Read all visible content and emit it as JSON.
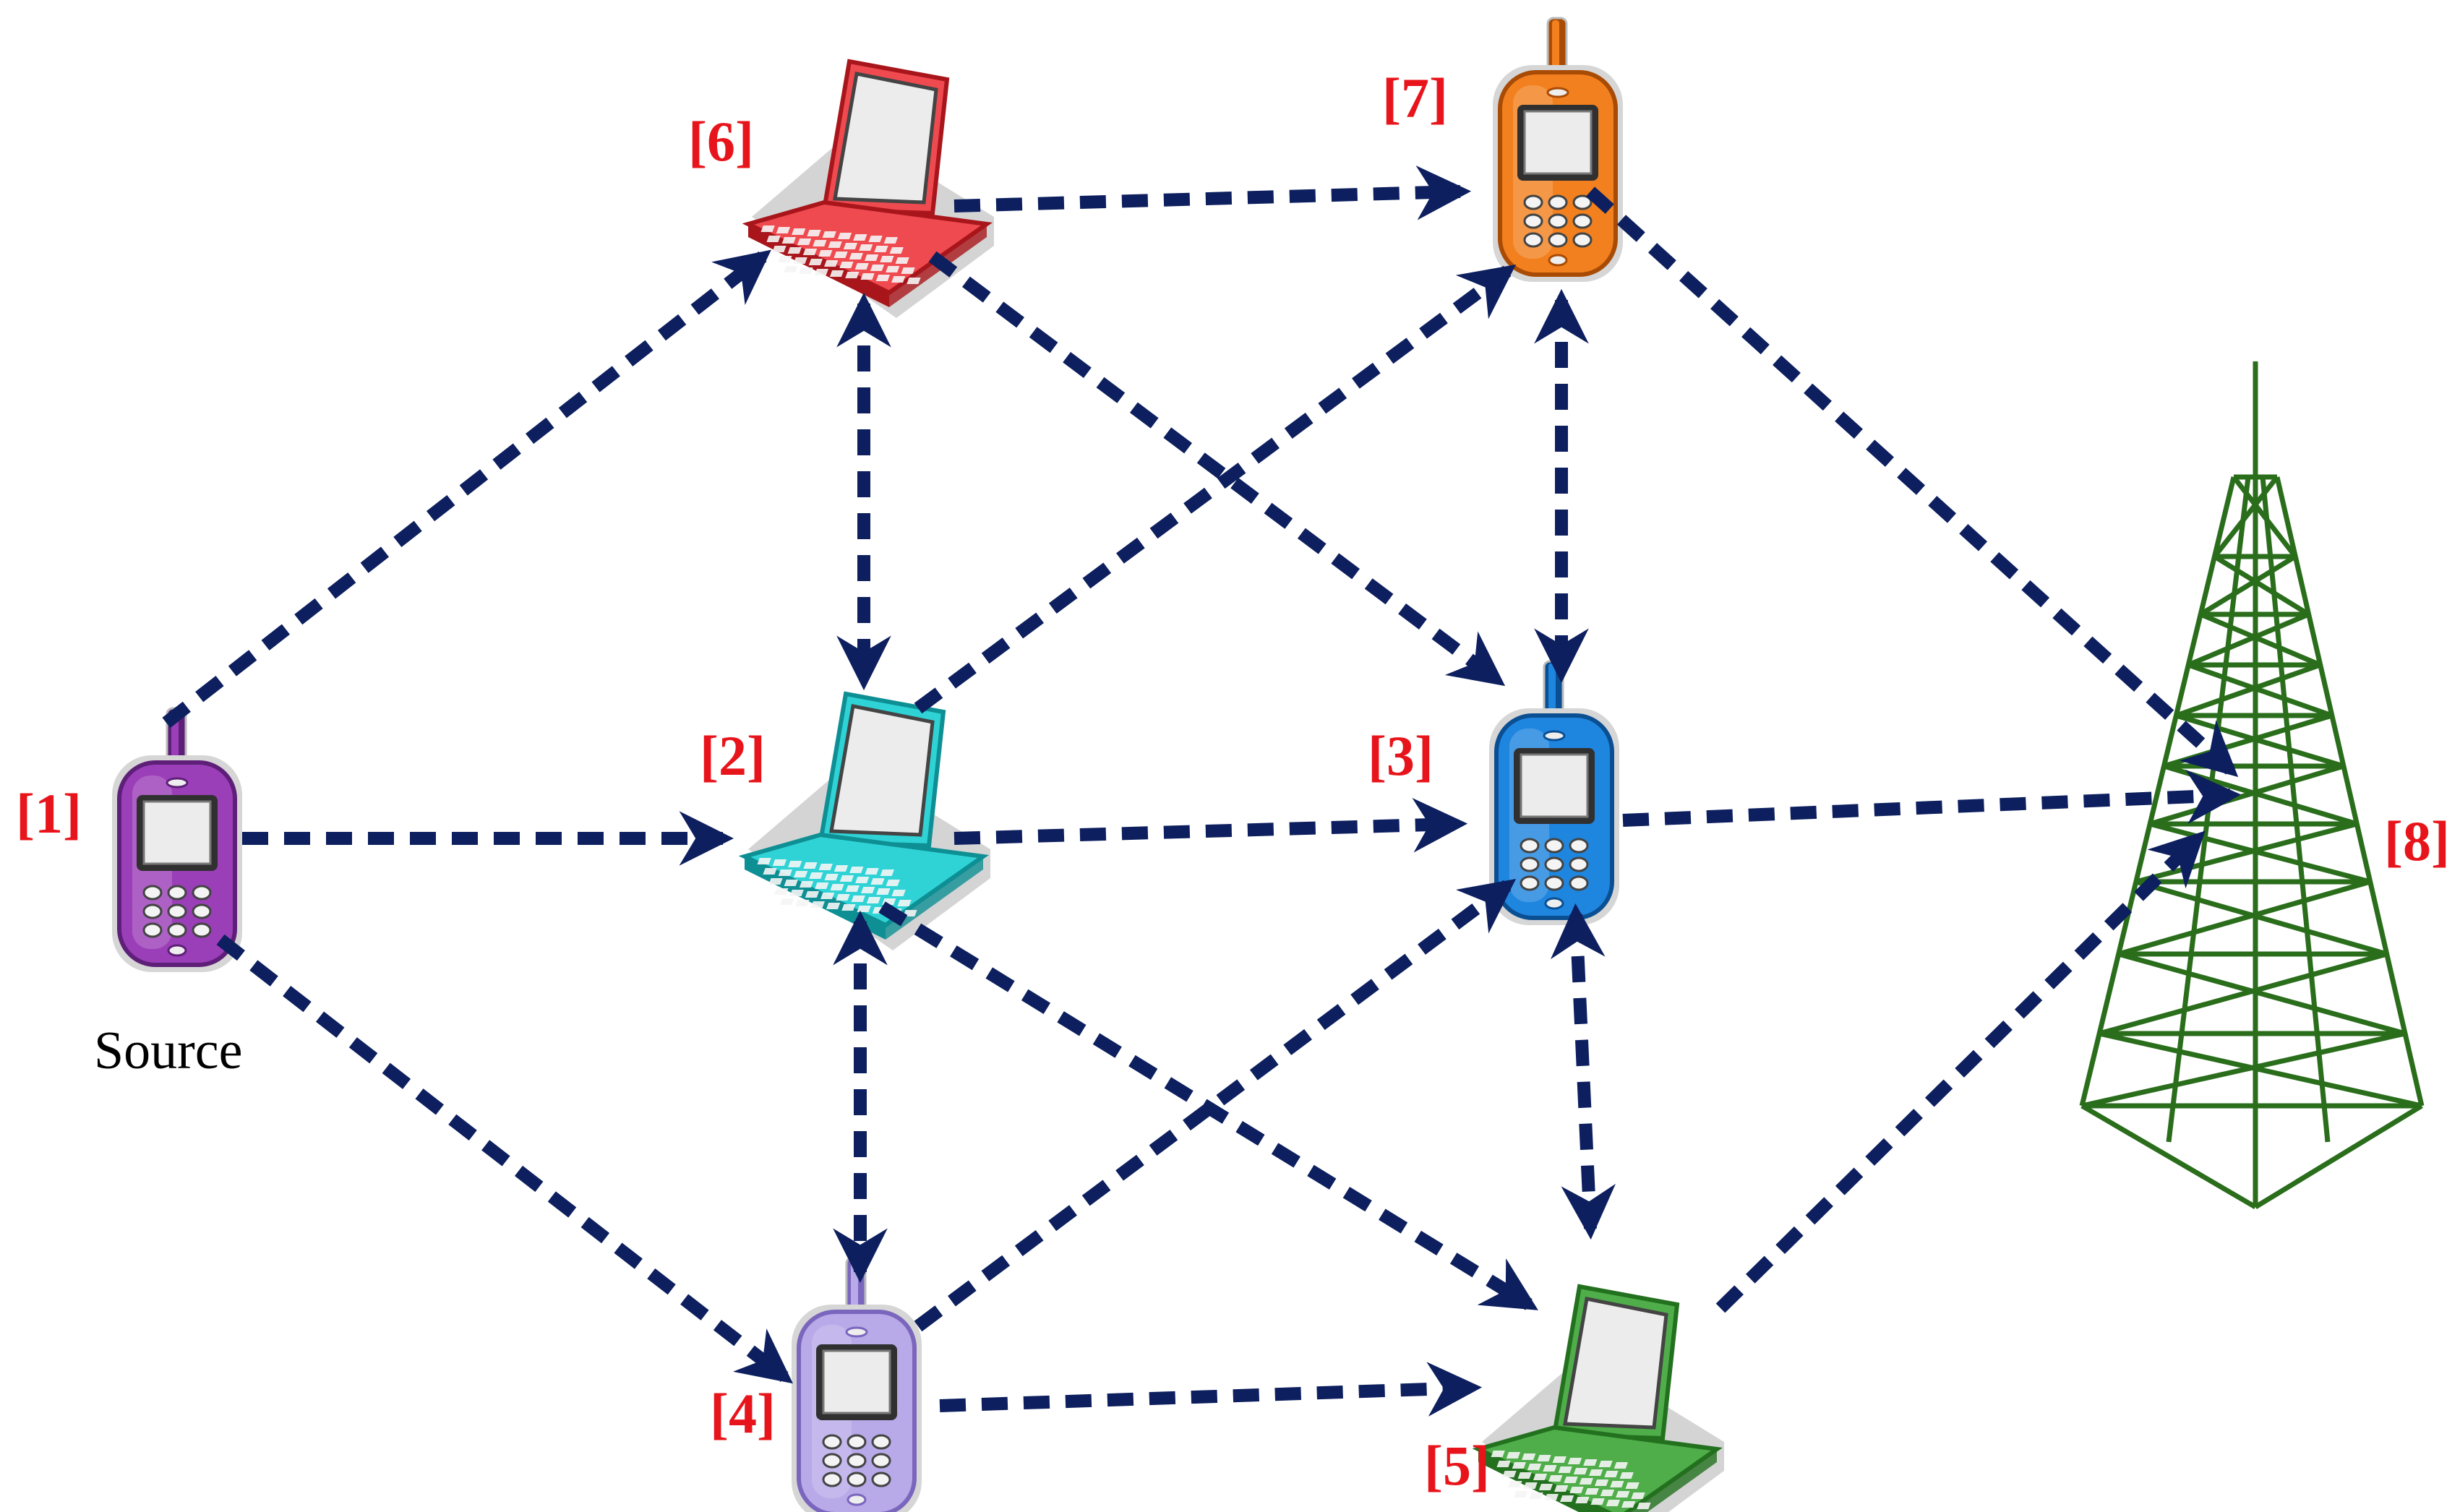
{
  "nodes": [
    {
      "id": 1,
      "label": "[1]",
      "device": "phone",
      "color": "#9b3fb8",
      "dark": "#5e1f78",
      "caption": "Source"
    },
    {
      "id": 2,
      "label": "[2]",
      "device": "laptop",
      "color": "#2fd3d6",
      "dark": "#0e8f94"
    },
    {
      "id": 3,
      "label": "[3]",
      "device": "phone",
      "color": "#1f86e0",
      "dark": "#0b4f93"
    },
    {
      "id": 4,
      "label": "[4]",
      "device": "phone",
      "color": "#b8a9e8",
      "dark": "#7a66bd"
    },
    {
      "id": 5,
      "label": "[5]",
      "device": "laptop",
      "color": "#4fae4a",
      "dark": "#23701f"
    },
    {
      "id": 6,
      "label": "[6]",
      "device": "laptop",
      "color": "#ef4a4f",
      "dark": "#a8161c"
    },
    {
      "id": 7,
      "label": "[7]",
      "device": "phone",
      "color": "#f2801e",
      "dark": "#a84b05"
    },
    {
      "id": 8,
      "label": "[8]",
      "device": "tower",
      "color": "#2a6e1c",
      "dark": "#1d4f13"
    }
  ],
  "edges": [
    {
      "from": 1,
      "to": 6,
      "direction": "forward"
    },
    {
      "from": 1,
      "to": 2,
      "direction": "forward"
    },
    {
      "from": 1,
      "to": 4,
      "direction": "forward"
    },
    {
      "from": 6,
      "to": 7,
      "direction": "forward"
    },
    {
      "from": 6,
      "to": 3,
      "direction": "forward"
    },
    {
      "from": 6,
      "to": 2,
      "direction": "both"
    },
    {
      "from": 2,
      "to": 7,
      "direction": "forward"
    },
    {
      "from": 2,
      "to": 3,
      "direction": "forward"
    },
    {
      "from": 2,
      "to": 5,
      "direction": "forward"
    },
    {
      "from": 2,
      "to": 4,
      "direction": "both"
    },
    {
      "from": 4,
      "to": 3,
      "direction": "forward"
    },
    {
      "from": 4,
      "to": 5,
      "direction": "forward"
    },
    {
      "from": 7,
      "to": 3,
      "direction": "both"
    },
    {
      "from": 3,
      "to": 5,
      "direction": "both"
    },
    {
      "from": 7,
      "to": 8,
      "direction": "forward"
    },
    {
      "from": 3,
      "to": 8,
      "direction": "forward"
    },
    {
      "from": 5,
      "to": 8,
      "direction": "forward"
    }
  ],
  "colors": {
    "edge": "#0d1f5e",
    "label": "#e8141b",
    "tower": "#2a6e1c"
  }
}
